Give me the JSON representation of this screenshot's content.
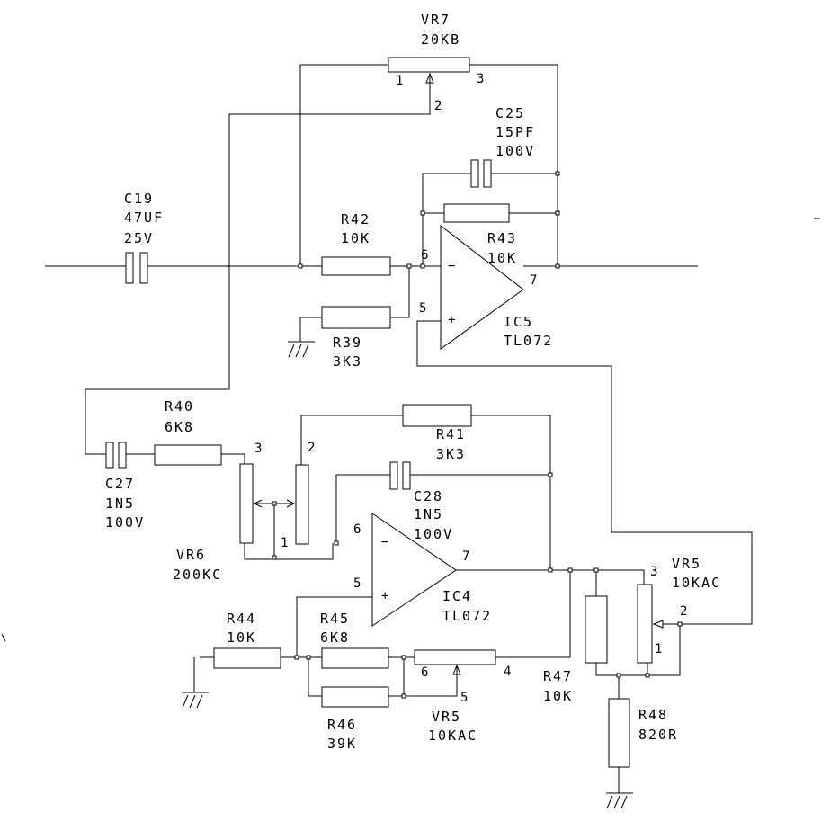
{
  "components": {
    "vr7": {
      "ref": "VR7",
      "value": "20KB",
      "pin1": "1",
      "pin2": "2",
      "pin3": "3"
    },
    "c25": {
      "ref": "C25",
      "value": "15PF",
      "voltage": "100V"
    },
    "c19": {
      "ref": "C19",
      "value": "47UF",
      "voltage": "25V"
    },
    "r42": {
      "ref": "R42",
      "value": "10K"
    },
    "r43": {
      "ref": "R43",
      "value": "10K"
    },
    "r39": {
      "ref": "R39",
      "value": "3K3"
    },
    "ic5": {
      "ref": "IC5",
      "value": "TL072",
      "pin_inv": "6",
      "pin_noninv": "5",
      "pin_out": "7",
      "minus": "−",
      "plus": "+"
    },
    "r40": {
      "ref": "R40",
      "value": "6K8"
    },
    "c27": {
      "ref": "C27",
      "value": "1N5",
      "voltage": "100V"
    },
    "r41": {
      "ref": "R41",
      "value": "3K3"
    },
    "c28": {
      "ref": "C28",
      "value": "1N5",
      "voltage": "100V"
    },
    "vr6": {
      "ref": "VR6",
      "value": "200KC",
      "pin1": "1",
      "pin2": "2",
      "pin3": "3"
    },
    "ic4": {
      "ref": "IC4",
      "value": "TL072",
      "pin_inv": "6",
      "pin_noninv": "5",
      "pin_out": "7",
      "minus": "−",
      "plus": "+"
    },
    "vr5a": {
      "ref": "VR5",
      "value": "10KAC",
      "pin1": "1",
      "pin2": "2",
      "pin3": "3"
    },
    "r44": {
      "ref": "R44",
      "value": "10K"
    },
    "r45": {
      "ref": "R45",
      "value": "6K8"
    },
    "r46": {
      "ref": "R46",
      "value": "39K"
    },
    "vr5b": {
      "ref": "VR5",
      "value": "10KAC",
      "pin4": "4",
      "pin5": "5",
      "pin6": "6"
    },
    "r47": {
      "ref": "R47",
      "value": "10K"
    },
    "r48": {
      "ref": "R48",
      "value": "820R"
    }
  }
}
